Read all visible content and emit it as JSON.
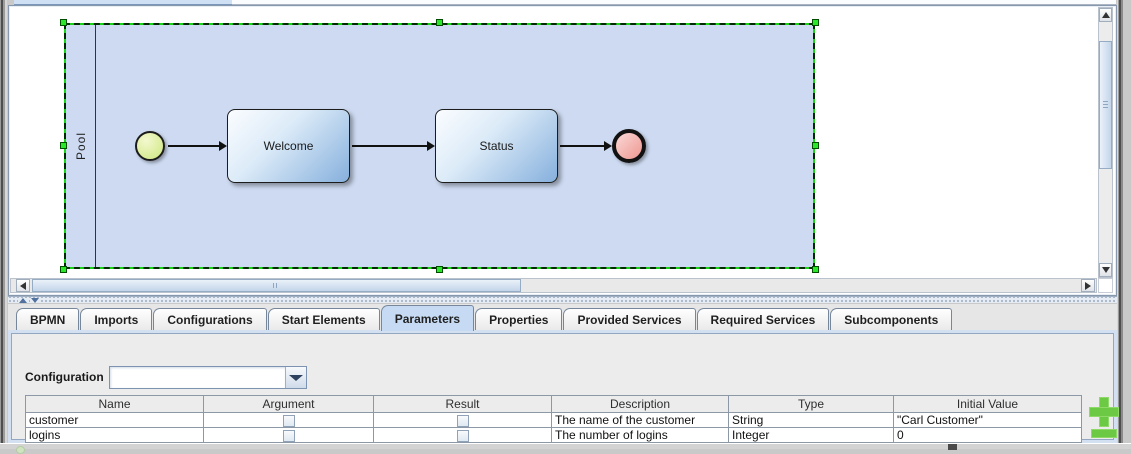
{
  "canvas": {
    "pool_label": "Pool",
    "tasks": [
      "Welcome",
      "Status"
    ]
  },
  "tabs": {
    "selected": "Parameters",
    "items": [
      "BPMN",
      "Imports",
      "Configurations",
      "Start Elements",
      "Parameters",
      "Properties",
      "Provided Services",
      "Required Services",
      "Subcomponents"
    ]
  },
  "configuration": {
    "label": "Configuration",
    "value": ""
  },
  "parameters_table": {
    "columns": [
      "Name",
      "Argument",
      "Result",
      "Description",
      "Type",
      "Initial Value"
    ],
    "rows": [
      {
        "name": "customer",
        "argument_checked": false,
        "result_checked": false,
        "description": "The name of the customer",
        "type": "String",
        "initial_value": "\"Carl Customer\""
      },
      {
        "name": "logins",
        "argument_checked": false,
        "result_checked": false,
        "description": "The number of logins",
        "type": "Integer",
        "initial_value": "0"
      }
    ]
  },
  "icons": {
    "add": "plus-icon",
    "remove": "minus-icon",
    "combo": "chevron-down-icon"
  },
  "colors": {
    "selection_green": "#17d417",
    "pool_fill": "#cddaf1",
    "task_fill_end": "#86b0dd",
    "start_event_fill": "#dcee9d",
    "end_event_fill": "#f2aaa5",
    "selected_tab": "#c6dbf3",
    "add_remove_green": "#6cc943"
  }
}
